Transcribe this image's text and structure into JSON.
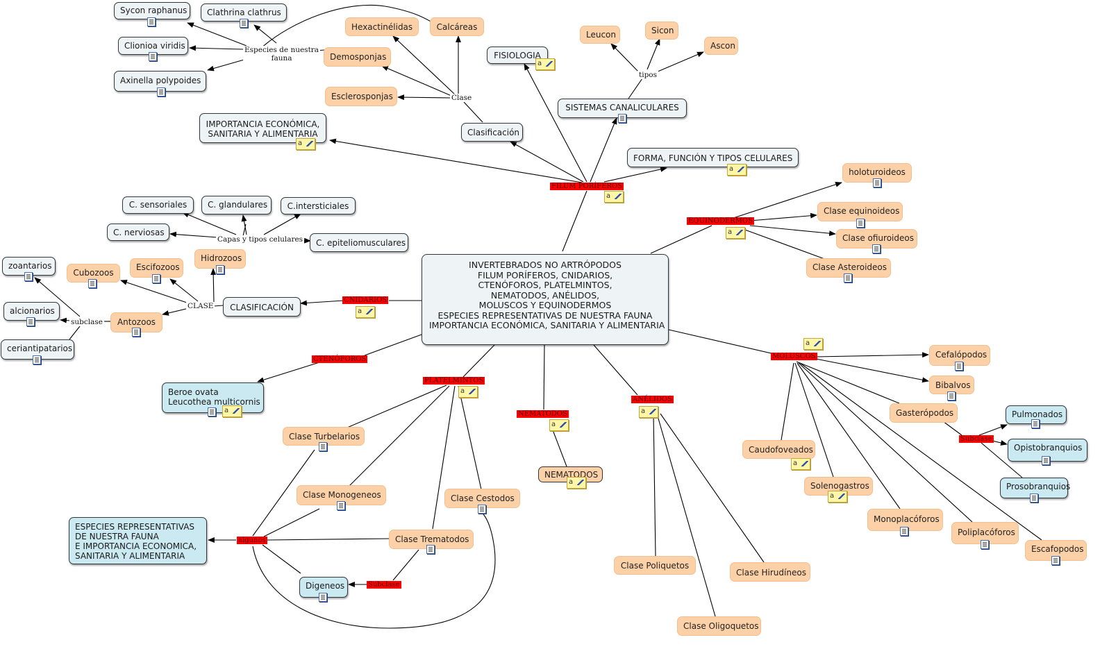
{
  "main": {
    "title": "INVERTEBRADOS NO ARTRÓPODOS\nFILUM PORÍFEROS, CNIDARIOS,\nCTENÓFOROS, PLATELMINTOS,\nNEMATODOS, ANÉLIDOS,\nMOLUSCOS Y EQUINODERMOS\nESPECIES REPRESENTATIVAS DE NUESTRA FAUNA\nIMPORTANCIA ECONÓMICA, SANITARIA Y ALIMENTARIA"
  },
  "links": {
    "poriferos": "FILUM PORÍFEROS",
    "equinodermos": "EQUINODERMOS",
    "cnidarios": "CNIDARIOS",
    "ctenoforos": "CTENÓFOROS",
    "platelmintos": "PLATELMINTOS",
    "nematodos": "NEMATODOS",
    "anelidos": "ANÉLIDOS",
    "moluscos": "MOLUSCOS",
    "subclase_moluscos": "Subclase",
    "algunos": "algunos",
    "subclase_plat": "Subclase",
    "especies_fauna": "Especies de nuestra\nfauna",
    "clase_porif": "Clase",
    "tipos": "tipos",
    "capas": "Capas y tipos celulares",
    "clase_cnid": "CLASE",
    "subclase_cnid": "subclase"
  },
  "concepts": {
    "sycon": "Sycon raphanus",
    "clathrina": "Clathrina clathrus",
    "clionioa": "Clionioa viridis",
    "axinella": "Axinella polypoides",
    "hexactinelidas": "Hexactinélidas",
    "calcareas": "Calcáreas",
    "demosponjas": "Demosponjas",
    "esclerosponjas": "Esclerosponjas",
    "importancia": "IMPORTANCIA ECONÓMICA,\nSANITARIA Y ALIMENTARIA",
    "clasificacion": "Clasificación",
    "fisiologia": "FISIOLOGIA",
    "leucon": "Leucon",
    "sicon": "Sicon",
    "ascon": "Ascon",
    "sistemas": "SISTEMAS CANALICULARES",
    "forma": "FORMA, FUNCIÓN Y TIPOS CELULARES",
    "holoturoideos": "holoturoideos",
    "equinoideos": "Clase equinoideos",
    "ofiuroideos": "Clase ofiuroideos",
    "asteroideos": "Clase Asteroideos",
    "c_sensoriales": "C. sensoriales",
    "c_glandulares": "C. glandulares",
    "c_intersticiales": "C.intersticiales",
    "c_nerviosas": "C. nerviosas",
    "c_epitelio": "C. epiteliomusculares",
    "zoantarios": "zoantarios",
    "cubozoos": "Cubozoos",
    "escifozoos": "Escifozoos",
    "hidrozoos": "Hidrozoos",
    "clasificacion_cnid": "CLASIFICACIÓN",
    "alcionarios": "alcionarios",
    "antozoos": "Antozoos",
    "ceriantipatarios": "ceriantipatarios",
    "beroe": "Beroe ovata\nLeucothea multicornis",
    "turbelarios": "Clase Turbelarios",
    "monogeneos": "Clase Monogeneos",
    "cestodos": "Clase Cestodos",
    "trematodos": "Clase Trematodos",
    "especies_rep": "ESPECIES REPRESENTATIVAS\nDE NUESTRA FAUNA\nE IMPORTANCIA ECONOMICA,\nSANITARIA Y ALIMENTARIA",
    "digeneos": "Digeneos",
    "nematodos_c": "NEMATODOS",
    "poliquetos": "Clase Poliquetos",
    "hirudineos": "Clase Hirudíneos",
    "oligoquetos": "Clase Oligoquetos",
    "cefalopodos": "Cefalópodos",
    "bibalvos": "Bibalvos",
    "gasteropodos": "Gasterópodos",
    "pulmonados": "Pulmonados",
    "opistobranquios": "Opistobranquios",
    "prosobranquios": "Prosobranquios",
    "caudofoveados": "Caudofoveados",
    "solenogastros": "Solenogastros",
    "monoplacoforos": "Monoplacóforos",
    "poliplacoforos": "Poliplacóforos",
    "escafopodos": "Escafopodos"
  },
  "icons": {
    "resource_doc": "document-icon",
    "resource_note": "annotation-icon",
    "note_glyph": "a"
  },
  "colors": {
    "link_label_bg": "#ff0000",
    "concept_blue": "#eef4f6",
    "concept_orange": "#fdd1a7",
    "concept_cyan": "#cbe9f1"
  }
}
